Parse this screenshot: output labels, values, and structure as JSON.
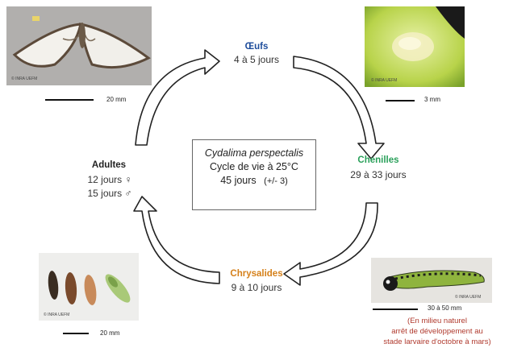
{
  "colors": {
    "eggs_title": "#1f4e9c",
    "caterpillars_title": "#2aa05a",
    "chrysalides_title": "#d5801a",
    "adults_title": "#222222",
    "note_text": "#b03a2e"
  },
  "center": {
    "species": "Cydalima perspectalis",
    "cycle": "Cycle de vie à 25°C",
    "duration": "45 jours",
    "variation": "(+/- 3)"
  },
  "stages": {
    "eggs": {
      "title": "Œufs",
      "duration": "4 à 5 jours"
    },
    "caterpillars": {
      "title": "Chenilles",
      "duration": "29 à 33 jours"
    },
    "chrysalides": {
      "title": "Chrysalides",
      "duration": "9 à 10 jours"
    },
    "adults": {
      "title": "Adultes",
      "female": "12 jours ♀",
      "male": "15 jours ♂"
    }
  },
  "photos": {
    "adult": {
      "credit": "© INRA UEFM",
      "scale": "20 mm"
    },
    "eggs": {
      "credit": "© INRA UEFM",
      "scale": "3 mm"
    },
    "caterpillar": {
      "credit": "© INRA UEFM",
      "scale": "30 à 50 mm"
    },
    "pupae": {
      "credit": "© INRA UEFM",
      "scale": "20 mm"
    }
  },
  "note": {
    "line1": "(En milieu naturel",
    "line2": "arrêt de développement au",
    "line3": "stade larvaire d'octobre à mars)"
  },
  "icons": [
    "arrow-top-right",
    "arrow-right-down",
    "arrow-bottom-left",
    "arrow-left-up"
  ]
}
